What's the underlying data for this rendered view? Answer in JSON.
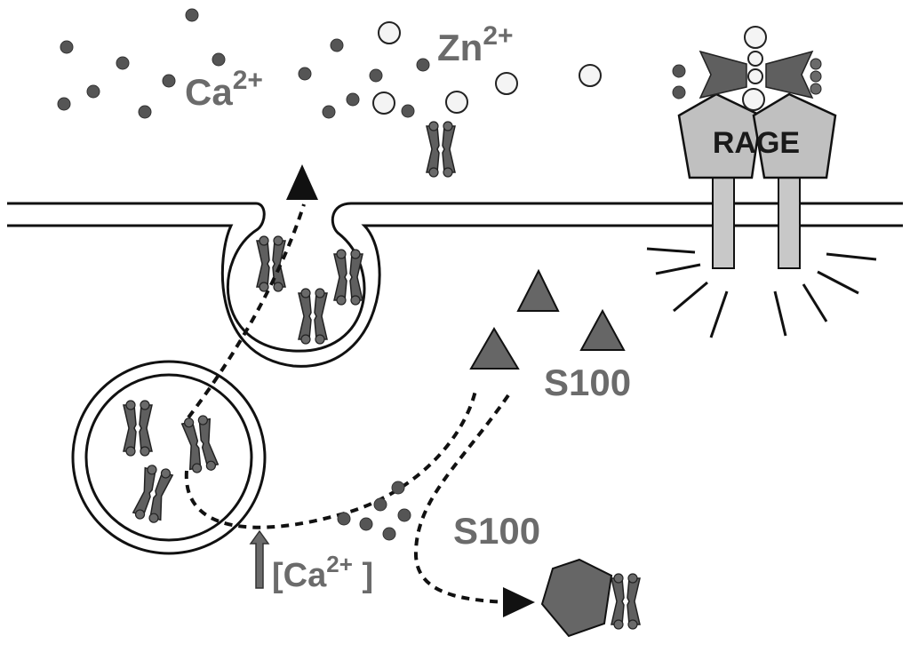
{
  "labels": {
    "calcium": "Ca",
    "calcium_charge": "2+",
    "zinc": "Zn",
    "zinc_charge": "2+",
    "receptor": "RAGE",
    "s100_upper": "S100",
    "s100_lower": "S100",
    "intracellular_calcium_open": "[Ca",
    "intracellular_calcium_charge": "2+",
    "intracellular_calcium_close": " ]"
  },
  "colors": {
    "ion_dark": "#5a5a5a",
    "protein_fill": "#6a6a6a",
    "label_gray": "#6b6b6b",
    "line": "#111111",
    "rage_fill": "#c8c8c8"
  }
}
